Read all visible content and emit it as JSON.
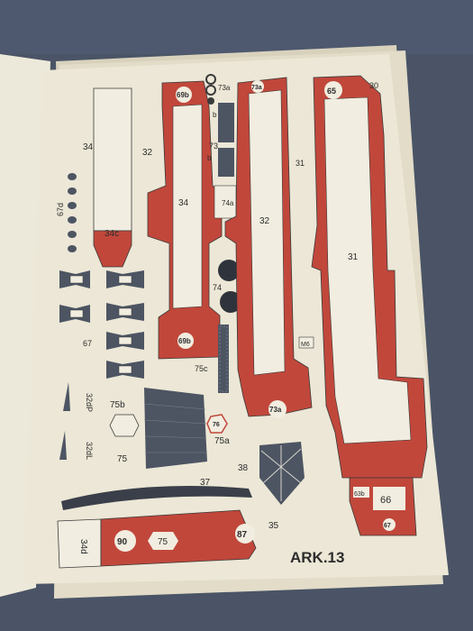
{
  "sheet": {
    "title": "ARK.13",
    "colors": {
      "paper": "#ece7d6",
      "red": "#c1473b",
      "gray": "#4d5563",
      "cloth": "#4a5466",
      "shadow": "#d9d4c3"
    }
  },
  "parts": {
    "p34_top": "34",
    "p34c": "34c",
    "p32_left": "32",
    "p69b_top": "69b",
    "p34_mid": "34",
    "p69b_bottom": "69b",
    "p73a_top": "73a",
    "p73a_right": "73a",
    "p73": "73",
    "p_b1": "b",
    "p_b2": "b",
    "p74a": "74a",
    "p74": "74",
    "p75c": "75c",
    "p32_right": "32",
    "p31_label": "31",
    "p31_big": "31",
    "p73a_bottom": "73a",
    "p86": "M6",
    "p65": "65",
    "p30": "30",
    "p66": "66",
    "p63b": "63b",
    "p67_circle": "67",
    "p67_left": "67",
    "p67_vert": "67d",
    "p32dP": "32dP",
    "p32dL": "32dL",
    "p75b": "75b",
    "p75": "75",
    "p76": "76",
    "p75a": "75a",
    "p38": "38",
    "p37": "37",
    "p34d": "34d",
    "p90": "90",
    "p75_strip": "75",
    "p87": "87",
    "p35": "35"
  }
}
